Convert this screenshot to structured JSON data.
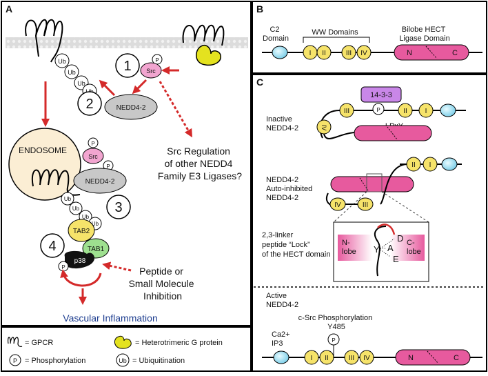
{
  "panel_a": {
    "letter": "A",
    "steps": [
      "1",
      "2",
      "3",
      "4"
    ],
    "endosome": "ENDOSOME",
    "src": "Src",
    "nedd": "NEDD4-2",
    "ub": "Ub",
    "p": "P",
    "tab2": "TAB2",
    "tab1": "TAB1",
    "p38": "p38",
    "src_reg_lines": [
      "Src Regulation",
      "of other NEDD4",
      "Family E3 Ligases?"
    ],
    "inhib_lines": [
      "Peptide or",
      "Small Molecule",
      "Inhibition"
    ],
    "outcome": "Vascular Inflammation",
    "colors": {
      "arrow": "#d42a2a",
      "outcome_text": "#1d3d8f",
      "src": "#f2a5d0",
      "tab2": "#f6e36a",
      "tab1": "#9ee08f",
      "endosome": "#fbeed4"
    }
  },
  "legend": {
    "gpcr": "= GPCR",
    "gprotein": "= Heterotrimeric G protein",
    "phos_symbol": "P",
    "phos": "= Phosphorylation",
    "ub_symbol": "Ub",
    "ub": "= Ubiquitination"
  },
  "panel_b": {
    "letter": "B",
    "c2_label": [
      "C2",
      "Domain"
    ],
    "ww_label": "WW Domains",
    "hect_label": [
      "Bilobe HECT",
      "Ligase Domain"
    ],
    "ww": [
      "I",
      "II",
      "III",
      "IV"
    ],
    "n": "N",
    "c": "C"
  },
  "panel_c": {
    "letter": "C",
    "inactive_label": [
      "Inactive",
      "NEDD4-2"
    ],
    "protein_1433": "14-3-3",
    "p": "P",
    "ww": [
      "I",
      "II",
      "III",
      "IV"
    ],
    "lpxy": "LPxY",
    "autoinhib_label": [
      "NEDD4-2",
      "Auto-inhibited",
      "NEDD4-2"
    ],
    "lock_label": [
      "2,3-linker",
      "peptide “Lock”",
      "of the HECT domain"
    ],
    "nlobe": [
      "N-",
      "lobe"
    ],
    "clobe": [
      "C-",
      "lobe"
    ],
    "lock_letters": [
      "D",
      "A",
      "E",
      "Y"
    ],
    "active_label": [
      "Active",
      "NEDD4-2"
    ],
    "csrc_label": [
      "c-Src Phosphorylation",
      "Y485"
    ],
    "ca_label": [
      "Ca2+",
      "IP3"
    ],
    "n": "N",
    "c": "C"
  }
}
